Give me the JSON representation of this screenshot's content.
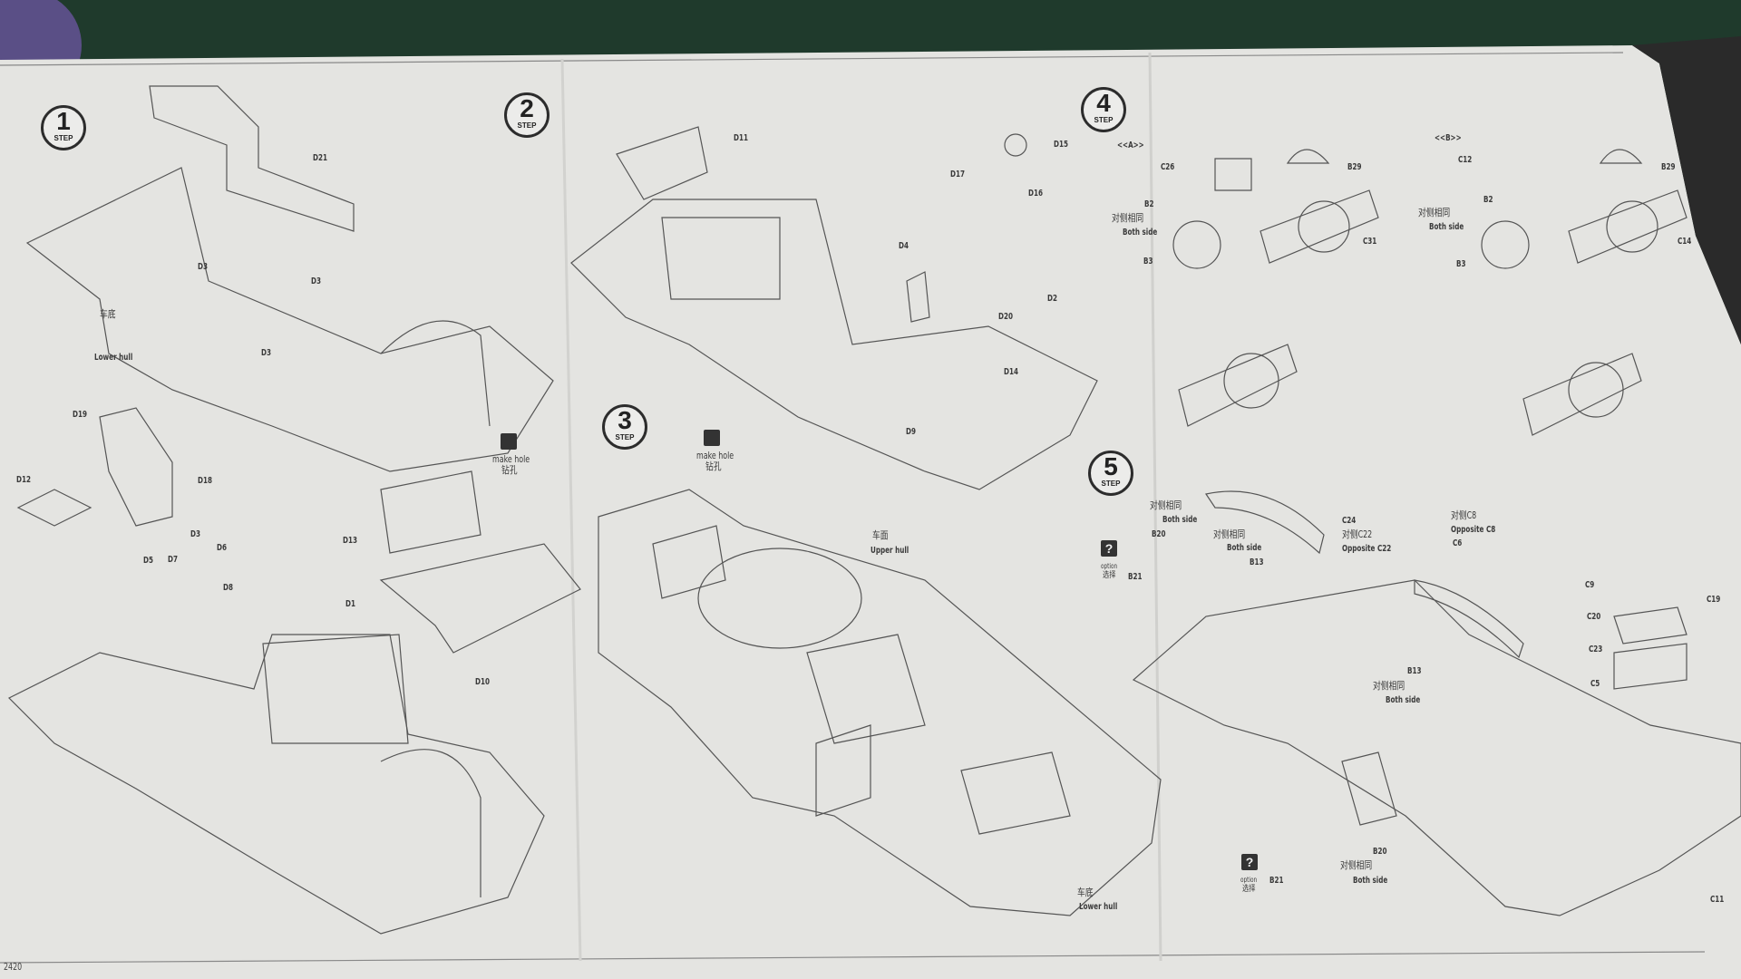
{
  "colors": {
    "mat": "#1f3a2c",
    "paper": "#e4e4e1",
    "ink": "#3a3a3a"
  },
  "steps": [
    {
      "number": "1",
      "label": "STEP"
    },
    {
      "number": "2",
      "label": "STEP"
    },
    {
      "number": "3",
      "label": "STEP"
    },
    {
      "number": "4",
      "label": "STEP"
    },
    {
      "number": "5",
      "label": "STEP"
    }
  ],
  "step1": {
    "d21": "D21",
    "d3a": "D3",
    "d3b": "D3",
    "d3c": "D3",
    "hull_cn": "车底",
    "hull_en": "Lower hull",
    "d19": "D19",
    "d12": "D12",
    "d18": "D18",
    "make_hole_en": "make hole",
    "make_hole_cn": "钻孔",
    "d13": "D13",
    "d1": "D1",
    "d10": "D10",
    "d3d": "D3",
    "d5": "D5",
    "d7": "D7",
    "d6": "D6",
    "d8": "D8"
  },
  "step2": {
    "d11": "D11",
    "d15": "D15",
    "d17": "D17",
    "d16": "D16",
    "d4": "D4",
    "d2": "D2",
    "d20": "D20",
    "d14": "D14",
    "d9": "D9"
  },
  "step3": {
    "make_hole_en": "make hole",
    "make_hole_cn": "钻孔",
    "upper_cn": "车面",
    "upper_en": "Upper hull",
    "lower_cn": "车底",
    "lower_en": "Lower hull"
  },
  "step4": {
    "a_title": "<<A>>",
    "a_c26": "C26",
    "a_b29": "B29",
    "a_b2": "B2",
    "a_both_cn": "对侧相同",
    "a_both_en": "Both side",
    "a_b3": "B3",
    "a_c31": "C31",
    "b_title": "<<B>>",
    "b_c12": "C12",
    "b_b29": "B29",
    "b_b2": "B2",
    "b_both_cn": "对侧相同",
    "b_both_en": "Both side",
    "b_b3": "B3",
    "b_c14": "C14"
  },
  "step5": {
    "both1_cn": "对侧相同",
    "both1_en": "Both side",
    "b20": "B20",
    "both2_cn": "对侧相同",
    "both2_en": "Both side",
    "b13": "B13",
    "c24": "C24",
    "opp_c22_cn": "对侧C22",
    "opp_c22_en": "Opposite C22",
    "opp_c8_cn": "对侧C8",
    "opp_c8_en": "Opposite C8",
    "c6": "C6",
    "option_icon": "?",
    "option_en": "option",
    "option_cn": "选择",
    "b21": "B21",
    "b13b": "B13",
    "both3_cn": "对侧相同",
    "both3_en": "Both side",
    "c9": "C9",
    "c19": "C19",
    "c20": "C20",
    "c23": "C23",
    "c5": "C5",
    "b20b": "B20",
    "both4_cn": "对侧相同",
    "both4_en": "Both side",
    "option2_icon": "?",
    "option2_en": "option",
    "option2_cn": "选择",
    "b21b": "B21",
    "c11": "C11"
  },
  "footer": {
    "code": "2420"
  }
}
